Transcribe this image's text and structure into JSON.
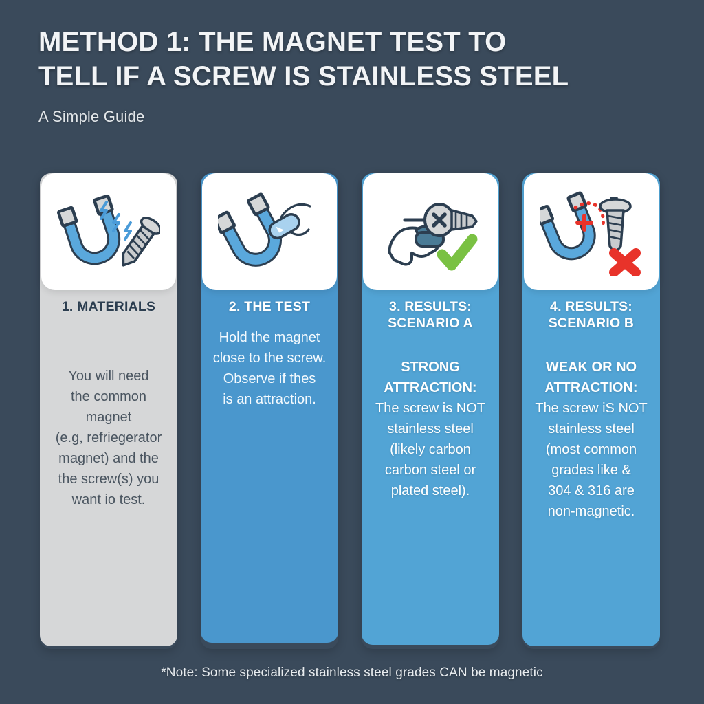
{
  "header": {
    "title": "METHOD 1: THE MAGNET TEST TO\nTELL IF A SCREW IS STAINLESS STEEL",
    "subtitle": "A Simple Guide"
  },
  "colors": {
    "background": "#3a4a5b",
    "card_gray": "#d6d7d8",
    "card_blue": "#4a97cd",
    "card_blue_light": "#52a4d5",
    "magnet_blue": "#5aa8dc",
    "magnet_outline": "#2c3e50",
    "magnet_tip_gray": "#d5d7d8",
    "screw_gray": "#b9bec2",
    "check_green": "#7ac143",
    "cross_red": "#e8332a",
    "title_text": "#f2f4f6",
    "heading_dark": "#2c3e50",
    "heading_light": "#ffffff"
  },
  "cards": [
    {
      "id": "materials",
      "heading": "1. MATERIALS",
      "body": "You will need\nthe common\nmagnet\n(e.g, refriegerator\nmagnet) and the\nthe screw(s) you\nwant io test.",
      "icon": "magnet-with-screw-icon"
    },
    {
      "id": "the-test",
      "heading": "2. THE TEST",
      "body": "Hold the magnet\nclose to the screw.\nObserve if thes\nis an attraction.",
      "icon": "magnet-attracting-screw-icon"
    },
    {
      "id": "results-scenario-a",
      "heading": "3. RESULTS:\nSCENARIO A",
      "body_emphasis": "STRONG\nATTRACTION:",
      "body": "The screw is NOT\nstainless steel\n(likely carbon\ncarbon steel or\nplated steel).",
      "icon": "hand-magnet-screw-check-icon"
    },
    {
      "id": "results-scenario-b",
      "heading": "4. RESULTS:\nSCENARIO B",
      "body_emphasis": "WEAK OR NO\nATTRACTION:",
      "body": "The screw iS NOT\nstainless steel\n(most common\ngrades like &\n304 & 316 are\nnon-magnetic.",
      "icon": "magnet-screw-cross-icon"
    }
  ],
  "footnote": "*Note: Some specialized stainless steel grades CAN be magnetic"
}
